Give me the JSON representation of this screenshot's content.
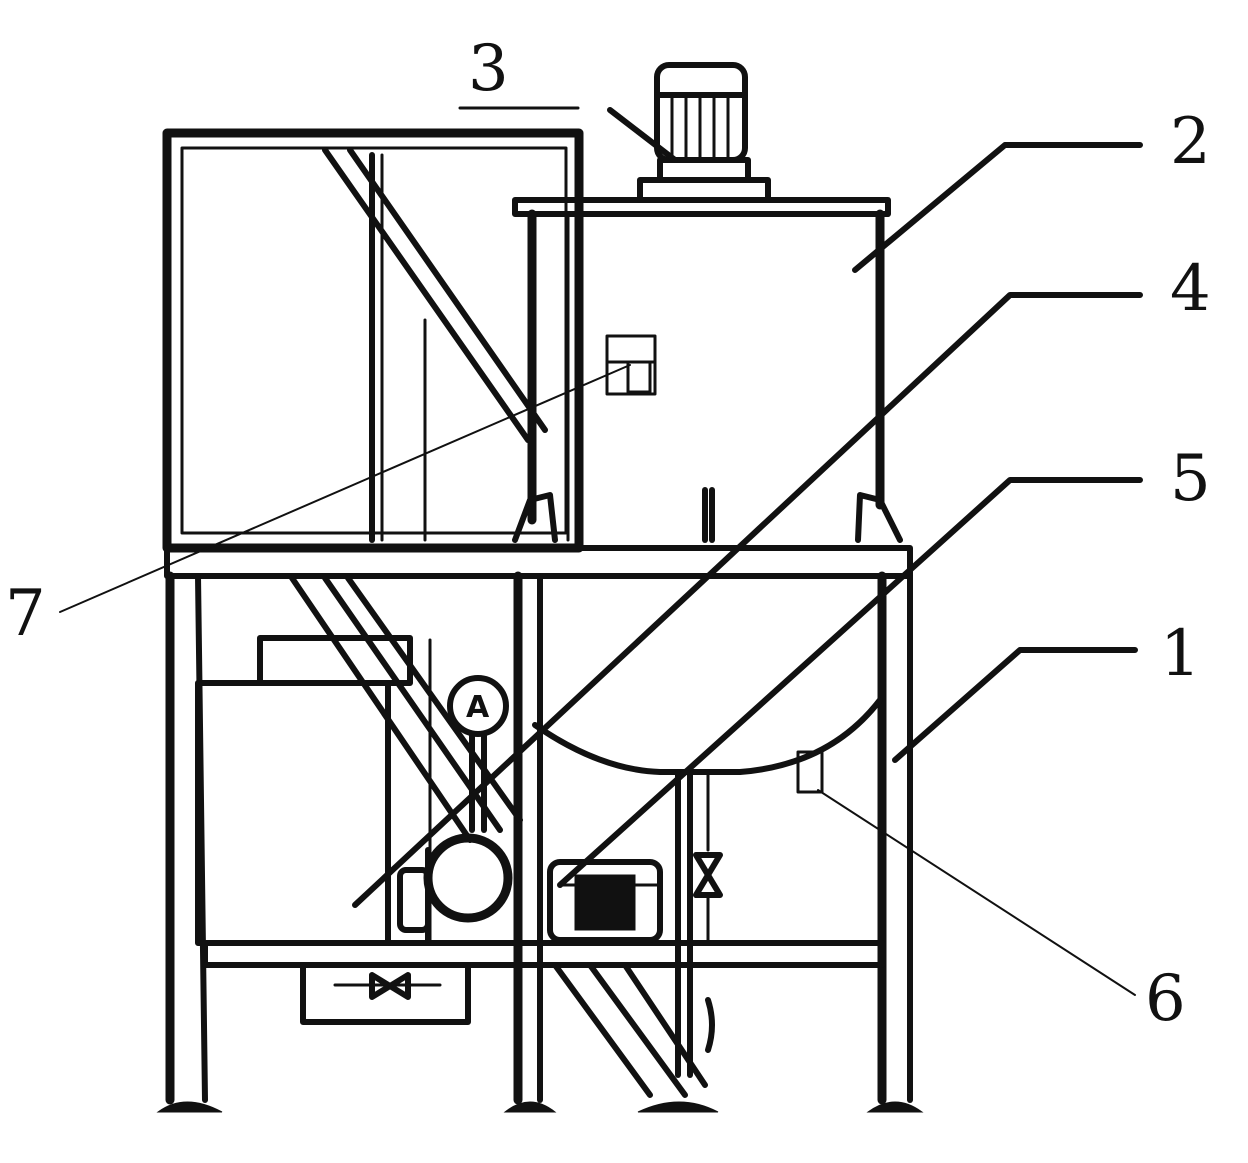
{
  "callouts": {
    "c1": "1",
    "c2": "2",
    "c3": "3",
    "c4": "4",
    "c5": "5",
    "c6": "6",
    "c7": "7"
  },
  "gauge": {
    "letter": "A"
  }
}
